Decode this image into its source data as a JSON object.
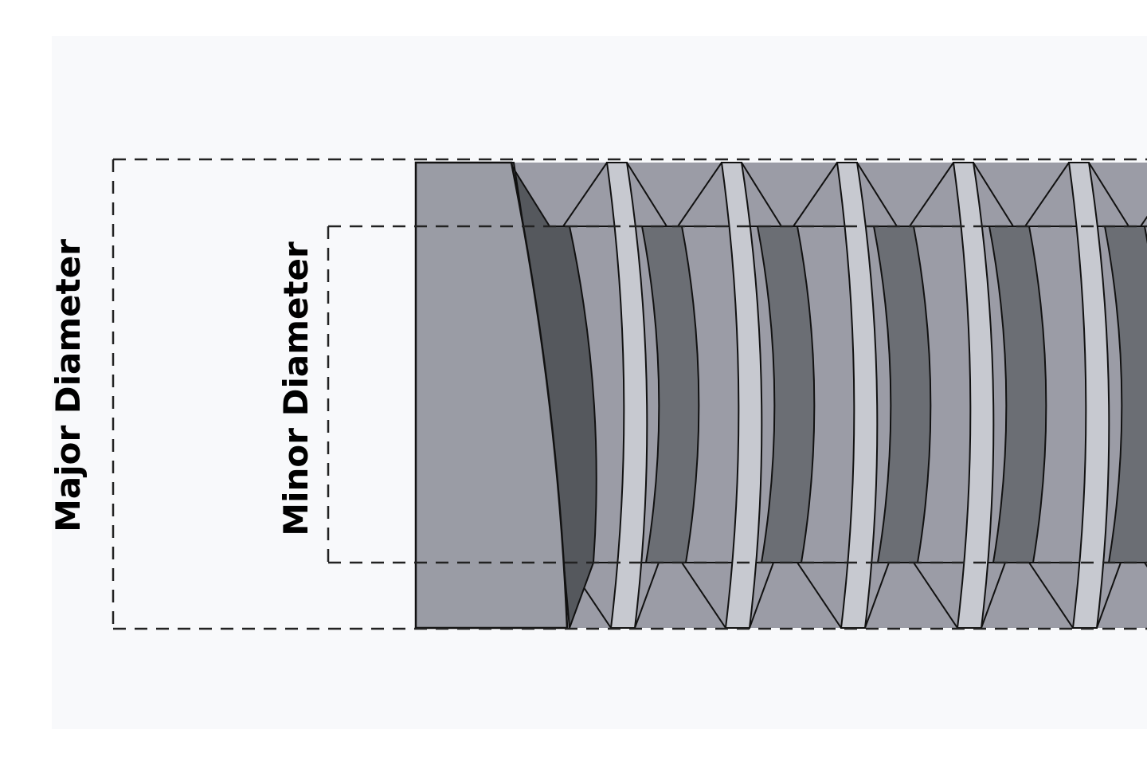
{
  "labels": {
    "major_diameter": "Major Diameter",
    "minor_diameter": "Minor Diameter"
  },
  "colors": {
    "background": "#f8f9fb",
    "body": "#9a9ca5",
    "thread_flank": "#9b9ca6",
    "thread_root": "#6b6e74",
    "thread_root_shadow": "#55585d",
    "thread_crest": "#c7c9d0",
    "outline": "#111111",
    "dashed_line": "#222222"
  },
  "icons": {
    "diagram": "threaded-bolt-cross-section"
  }
}
